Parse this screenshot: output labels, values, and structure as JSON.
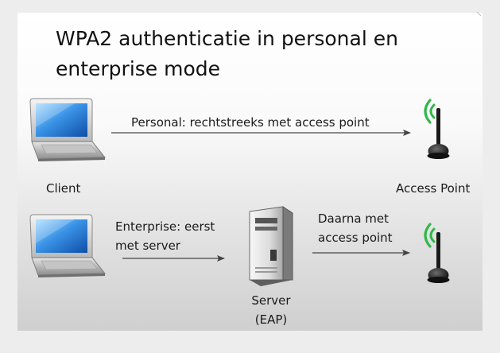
{
  "slide": {
    "title_line1": "WPA2 authenticatie in personal en",
    "title_line2": "enterprise mode"
  },
  "personal": {
    "arrow_label": "Personal: rechtstreeks met access point"
  },
  "enterprise": {
    "arrow_label_line1": "Enterprise: eerst",
    "arrow_label_line2": "met server",
    "second_label_line1": "Daarna met",
    "second_label_line2": "access point"
  },
  "nodes": {
    "client": "Client",
    "access_point": "Access Point",
    "server_line1": "Server",
    "server_line2": "(EAP)"
  },
  "icons": {
    "client_laptop": "laptop-icon",
    "access_point": "wireless-antenna-icon",
    "server": "server-tower-icon"
  },
  "colors": {
    "laptop_screen": "#2f8fe0",
    "signal_green": "#2fb84a",
    "antenna_dark": "#1a1a1a",
    "arrow": "#444444"
  }
}
